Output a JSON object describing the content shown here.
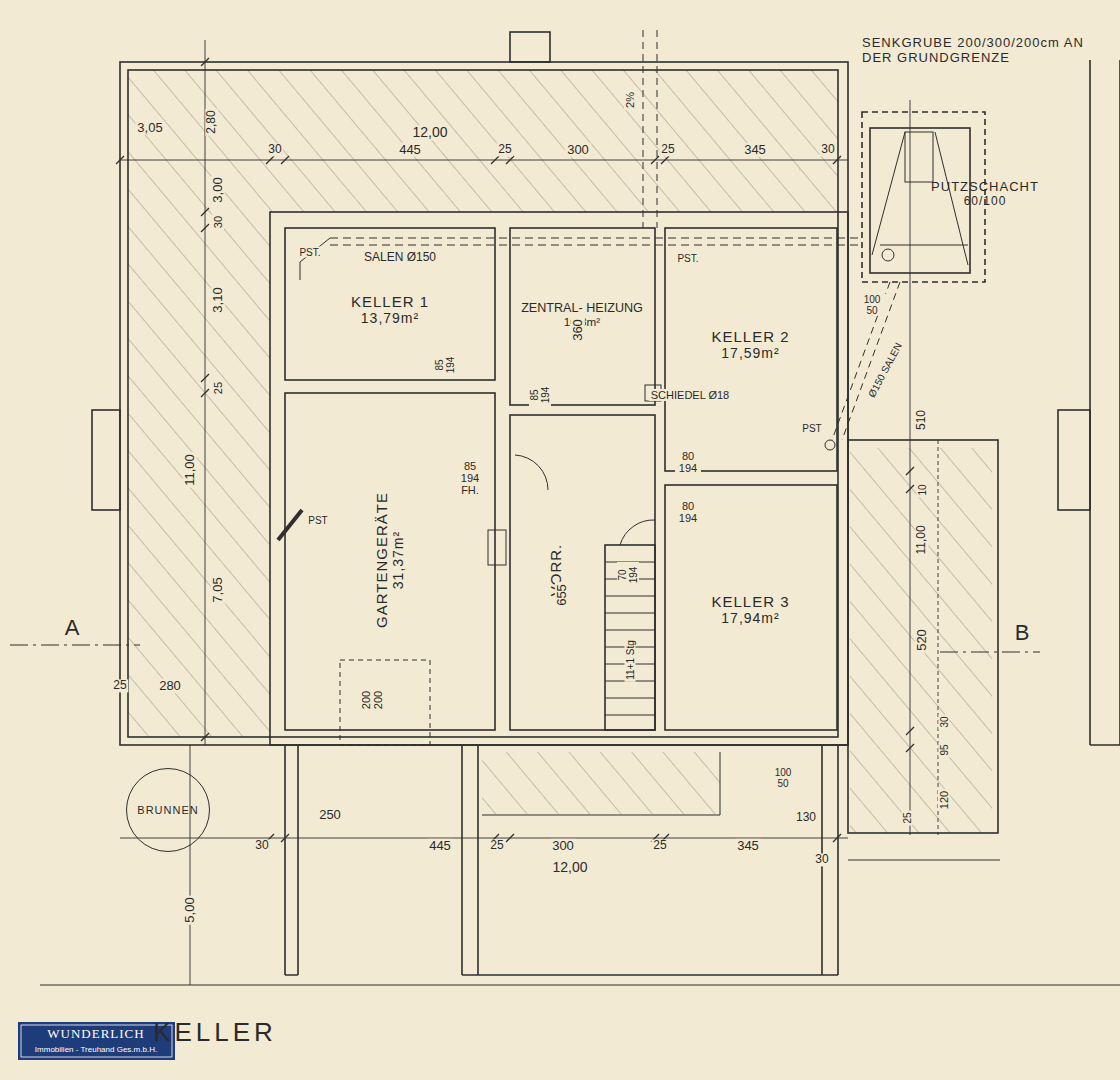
{
  "diagram": {
    "title": "KELLER",
    "nodes": [
      {
        "text": [
          "KELLER 1",
          "13,79m²"
        ]
      },
      {
        "text": [
          "ZENTRAL- HEIZUNG",
          "10,8m²"
        ]
      },
      {
        "text": [
          "KELLER 2",
          "17,59m²"
        ]
      },
      {
        "text": [
          "GARTENGERÄTE",
          "31,37m²"
        ]
      },
      {
        "text": [
          "VORR."
        ]
      },
      {
        "text": [
          "KELLER 3",
          "17,94m²"
        ]
      },
      {
        "text": [
          "SENKGRUBE 200/300/200cm AN DER GRUNDGRENZE"
        ]
      },
      {
        "text": [
          "PUTZSCHACHT",
          "60/100"
        ],
        "in": 6
      },
      {
        "text": [
          "BRUNNEN"
        ]
      }
    ],
    "labels": [
      "12,00",
      "3,05",
      "2,80",
      "30",
      "445",
      "25",
      "300",
      "25",
      "345",
      "30",
      "3,00",
      "30",
      "3,10",
      "25",
      "11,00",
      "7,05",
      "25",
      "280",
      "SALEN Ø150",
      "PST.",
      "360",
      "85 194",
      "85 194 FH.",
      "85 194",
      "SCHIEDEL Ø18",
      "PST.",
      "80 194",
      "80 194",
      "70 194",
      "PST",
      "655",
      "200 200",
      "11+1 Stg",
      "PST",
      "100 50",
      "Ø150 SALEN",
      "510",
      "10",
      "11,00",
      "520",
      "30",
      "95",
      "25",
      "120",
      "100 50",
      "250",
      "30",
      "445",
      "25",
      "300",
      "25",
      "345",
      "130",
      "30",
      "12,00",
      "5,00",
      "A",
      "B",
      "2%",
      "WUNDERLICH",
      "Immobilien - Treuhand Ges.m.b.H."
    ]
  }
}
